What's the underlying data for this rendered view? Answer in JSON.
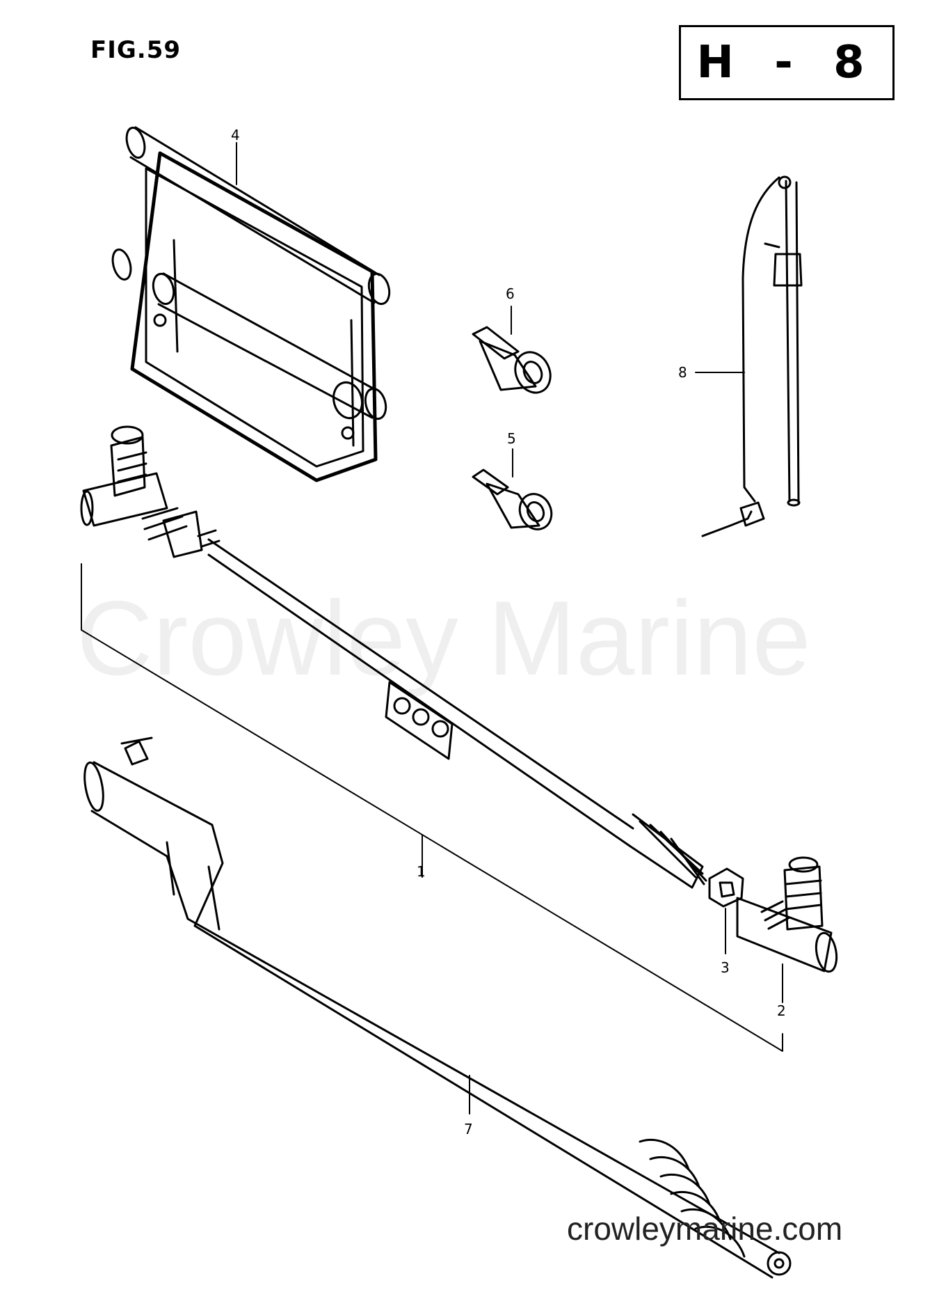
{
  "header": {
    "figure_label": "FIG.59",
    "section_code": "H - 8"
  },
  "callouts": {
    "c1": "1",
    "c2": "2",
    "c3": "3",
    "c4": "4",
    "c5": "5",
    "c6": "6",
    "c7": "7",
    "c8": "8"
  },
  "watermark": "Crowley Marine",
  "footer": {
    "site": "crowleymarine.com"
  },
  "colors": {
    "ink": "#000000",
    "paper": "#ffffff",
    "watermark": "#e8e8e8"
  }
}
